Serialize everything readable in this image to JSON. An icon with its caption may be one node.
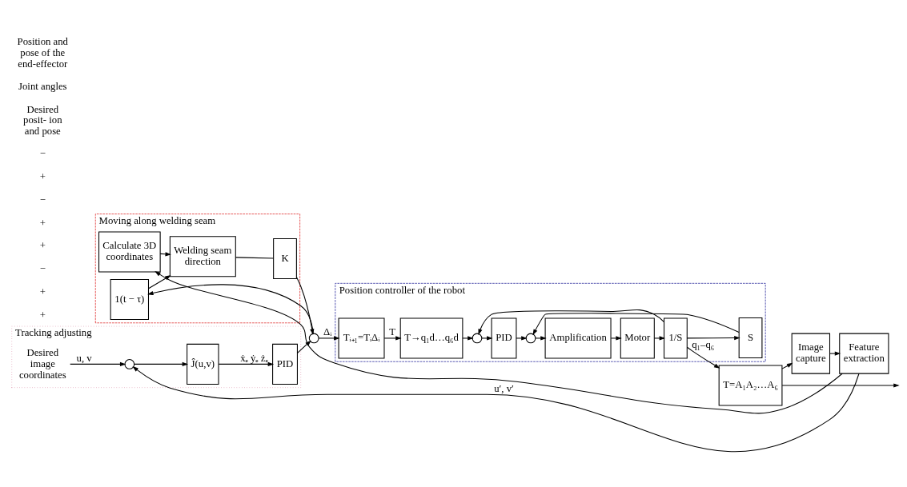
{
  "diagram": {
    "nodes": [
      {
        "text": [
          "Moving along welding seam"
        ]
      },
      {
        "text": [
          "Calculate 3D coordinates"
        ],
        "in": 0
      },
      {
        "text": [
          "Welding seam direction"
        ],
        "in": 0
      },
      {
        "text": [
          "K"
        ],
        "in": 0
      },
      {
        "text": [
          "1(t − τ)"
        ],
        "in": 0
      },
      {
        "text": [
          "Tracking adjusting"
        ]
      },
      {
        "text": [
          "Desired image coordinates"
        ],
        "in": 5
      },
      {
        "text": [],
        "shape": "circle",
        "in": 5
      },
      {
        "text": [
          "Ĵ(u,v)"
        ],
        "in": 5
      },
      {
        "text": [
          "PID"
        ],
        "in": 5
      },
      {
        "text": [],
        "shape": "circle"
      },
      {
        "text": [
          "Position controller of the robot"
        ]
      },
      {
        "text": [
          "Tᵢ₊₁=TᵢΔᵢ"
        ],
        "in": 11
      },
      {
        "text": [
          "T→q₁d…q₆d"
        ],
        "in": 11
      },
      {
        "text": [],
        "shape": "circle",
        "in": 11
      },
      {
        "text": [
          "PID"
        ],
        "in": 11
      },
      {
        "text": [],
        "shape": "circle",
        "in": 11
      },
      {
        "text": [
          "Amplification"
        ],
        "in": 11
      },
      {
        "text": [
          "Motor"
        ],
        "in": 11
      },
      {
        "text": [
          "1/S"
        ],
        "in": 11
      },
      {
        "text": [
          "S"
        ],
        "in": 11
      },
      {
        "text": [
          "T=A₁A₂…A₆"
        ]
      },
      {
        "text": [
          "Image capture"
        ]
      },
      {
        "text": [
          "Feature extraction"
        ]
      }
    ],
    "edges": [
      {
        "from": 6,
        "to": 7,
        "arrow": "to",
        "label": "u, v"
      },
      {
        "from": 7,
        "to": 8,
        "arrow": "to"
      },
      {
        "from": 8,
        "to": 9,
        "arrow": "to",
        "label": "ẋₑ ẏₑ żₑ"
      },
      {
        "from": 9,
        "to": 10,
        "arrow": "to"
      },
      {
        "from": 10,
        "to": 12,
        "arrow": "to",
        "label": "Δᵢ"
      },
      {
        "from": 10,
        "to": 4,
        "arrow": "to"
      },
      {
        "from": 4,
        "to": 2,
        "arrow": "to"
      },
      {
        "from": 1,
        "to": 2,
        "arrow": "to"
      },
      {
        "from": 2,
        "to": 3,
        "arrow": "none"
      },
      {
        "from": 3,
        "to": 10,
        "arrow": "to"
      },
      {
        "from": 12,
        "to": 13,
        "arrow": "to",
        "label": "T"
      },
      {
        "from": 13,
        "to": 14,
        "arrow": "to"
      },
      {
        "from": 14,
        "to": 15,
        "arrow": "to"
      },
      {
        "from": 15,
        "to": 16,
        "arrow": "to"
      },
      {
        "from": 16,
        "to": 17,
        "arrow": "to"
      },
      {
        "from": 17,
        "to": 18,
        "arrow": "to"
      },
      {
        "from": 18,
        "to": 19,
        "arrow": "to"
      },
      {
        "from": 19,
        "to": 21,
        "arrow": "to",
        "label": "q₁–q₆"
      },
      {
        "from": 19,
        "to": 20,
        "arrow": "to"
      },
      {
        "from": 20,
        "to": 16,
        "arrow": "to"
      },
      {
        "from": 19,
        "to": 14,
        "arrow": "to"
      },
      {
        "from": 21,
        "to": null,
        "arrow": "to"
      },
      {
        "from": 21,
        "to": 22,
        "arrow": "to"
      },
      {
        "from": 22,
        "to": 23,
        "arrow": "to"
      },
      {
        "from": 23,
        "to": 7,
        "arrow": "to",
        "label": "u′, v′"
      },
      {
        "from": 23,
        "to": 1,
        "arrow": "to"
      }
    ],
    "labels": [
      "+",
      "+",
      "−",
      "+",
      "+",
      "−",
      "+",
      "−",
      "Desired posit- ion and pose",
      "Joint angles",
      "Position and pose of the end-effector"
    ]
  }
}
